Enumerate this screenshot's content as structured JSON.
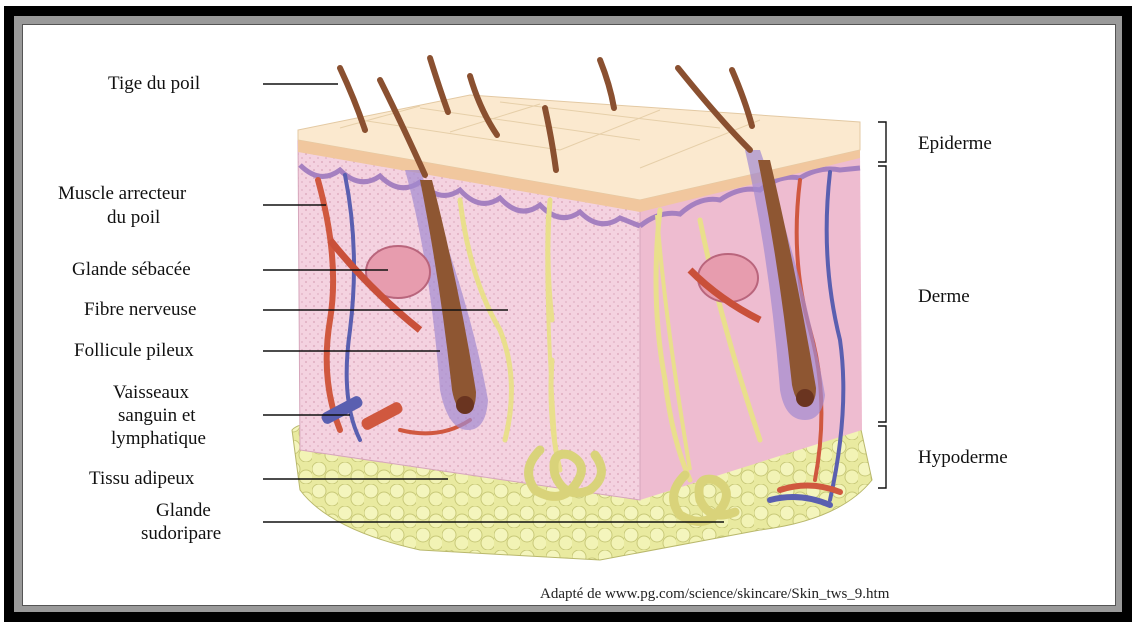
{
  "labels": {
    "hair_shaft": "Tige du poil",
    "arrector_muscle_1": "Muscle arrecteur",
    "arrector_muscle_2": "du poil",
    "sebaceous_gland": "Glande sébacée",
    "nerve_fiber": "Fibre nerveuse",
    "hair_follicle": "Follicule pileux",
    "vessels_1": "Vaisseaux",
    "vessels_2": "sanguin et",
    "vessels_3": "lymphatique",
    "adipose_tissue": "Tissu adipeux",
    "sweat_gland_1": "Glande",
    "sweat_gland_2": "sudoripare"
  },
  "layers": {
    "epidermis": "Epiderme",
    "dermis": "Derme",
    "hypodermis": "Hypoderme"
  },
  "credit": "Adapté de www.pg.com/science/skincare/Skin_tws_9.htm",
  "colors": {
    "epidermis": "#fbe9cf",
    "dermis": "#f3c6d8",
    "hypodermis": "#eef0a8",
    "hair": "#8a5030",
    "nerve": "#ede49a",
    "artery": "#d0583f",
    "vein": "#5a5fb0"
  }
}
